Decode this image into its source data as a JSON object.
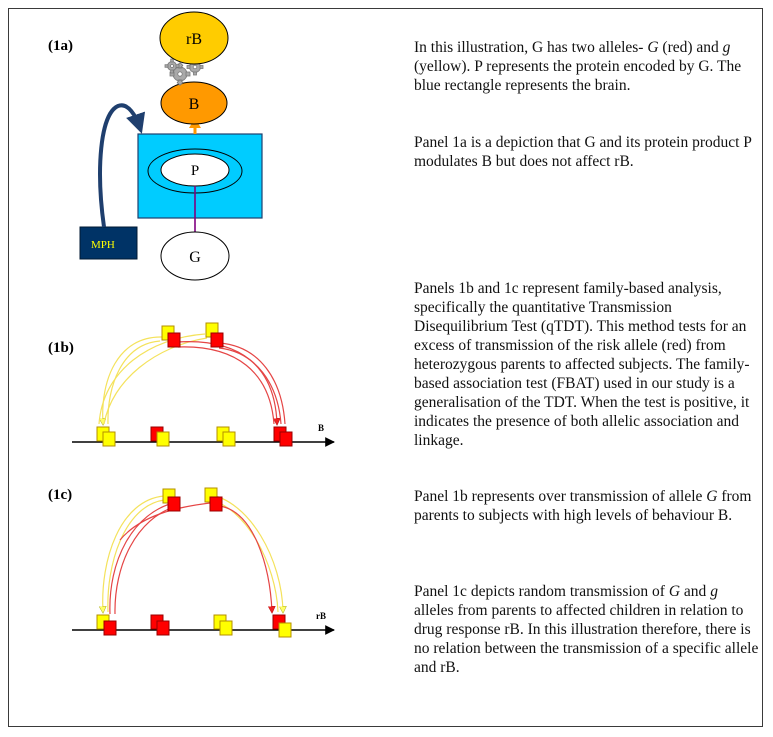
{
  "panels": {
    "a": {
      "label": "(1a)"
    },
    "b": {
      "label": "(1b)"
    },
    "c": {
      "label": "(1c)"
    }
  },
  "diagram_1a": {
    "rb_label": "rB",
    "b_label": "B",
    "p_label": "P",
    "g_label": "G",
    "mph_label": "MPH",
    "colors": {
      "rb_fill": "#ffcc00",
      "b_fill": "#ff9900",
      "brain_fill": "#00ccff",
      "mph_fill": "#003366",
      "mph_text": "#ffff00",
      "arrow": "#1f3f6e"
    }
  },
  "transmission_1b": {
    "axis_label": "B"
  },
  "transmission_1c": {
    "axis_label": "rB"
  },
  "allele_colors": {
    "risk": "#ff0000",
    "other": "#ffff00"
  },
  "text": {
    "para1": {
      "p1": "In this illustration, G has two alleles- ",
      "g_upper": "G",
      "p2": " (red) and ",
      "g_lower": "g",
      "p3": " (yellow).  P represents the protein encoded by G. The blue rectangle represents the brain."
    },
    "para2": "Panel 1a is a depiction that G and its protein product P modulates B but does not affect rB.",
    "para3": "Panels 1b and 1c represent family-based analysis, specifically the quantitative Transmission Disequilibrium Test (qTDT). This method tests for an excess of transmission of the risk allele (red) from heterozygous parents to affected subjects. The family-based association test (FBAT) used in our study is a generalisation of the TDT. When the test is positive, it indicates the presence of both allelic association and linkage.",
    "para4": {
      "p1": "Panel 1b represents over transmission of allele ",
      "g_upper": "G",
      "p2": " from parents to subjects with high levels of behaviour B."
    },
    "para5": {
      "p1": "Panel 1c depicts random transmission of ",
      "g_upper": "G",
      "p2": " and ",
      "g_lower": "g",
      "p3": " alleles from parents to affected children in relation to drug response rB. In this illustration therefore, there is no relation between the transmission of a specific allele and rB."
    }
  }
}
